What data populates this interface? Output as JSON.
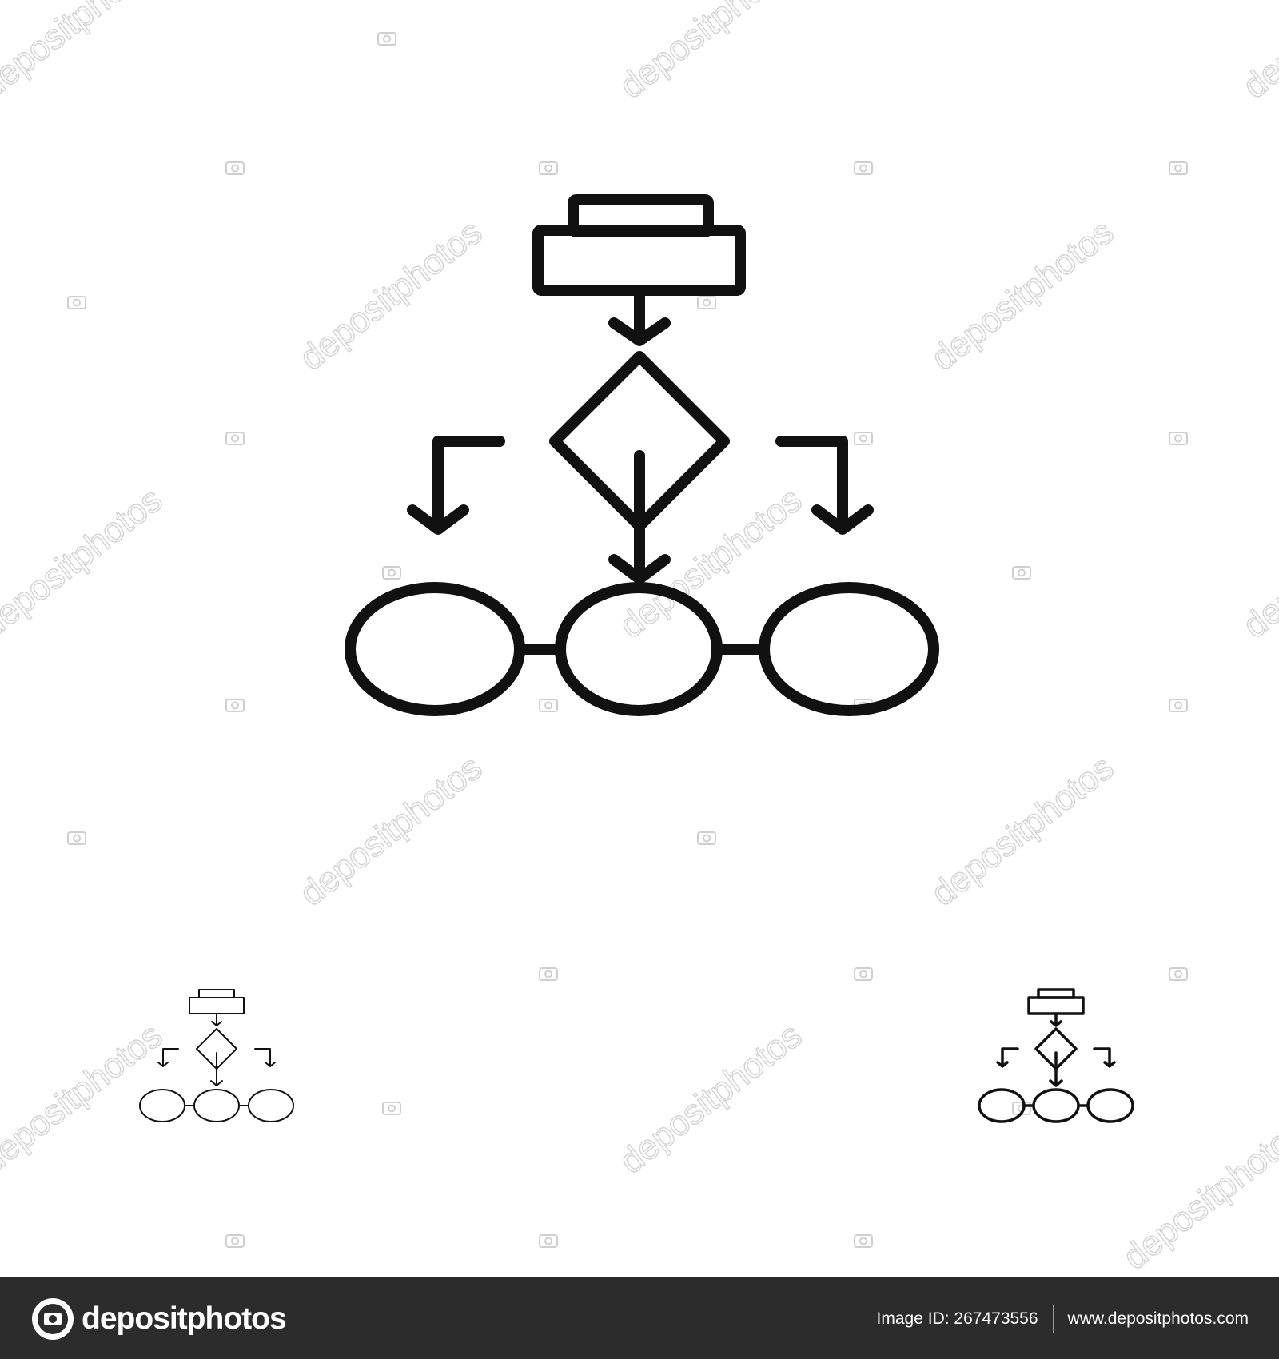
{
  "watermark": {
    "text": "depositphotos",
    "color": "#c8c8c8"
  },
  "icons": {
    "main": {
      "name": "flowchart-icon",
      "stroke_color": "#111111",
      "style": "bold line"
    },
    "thin_preview": {
      "name": "flowchart-thin-line-icon",
      "stroke_color": "#111111",
      "style": "thin line"
    },
    "bold_preview": {
      "name": "flowchart-bold-line-icon",
      "stroke_color": "#111111",
      "style": "bold line"
    }
  },
  "footer": {
    "background_color": "#2c2c2c",
    "brand_name": "depositphotos",
    "image_id_label": "Image ID:",
    "image_id": "267473556",
    "website": "www.depositphotos.com"
  }
}
